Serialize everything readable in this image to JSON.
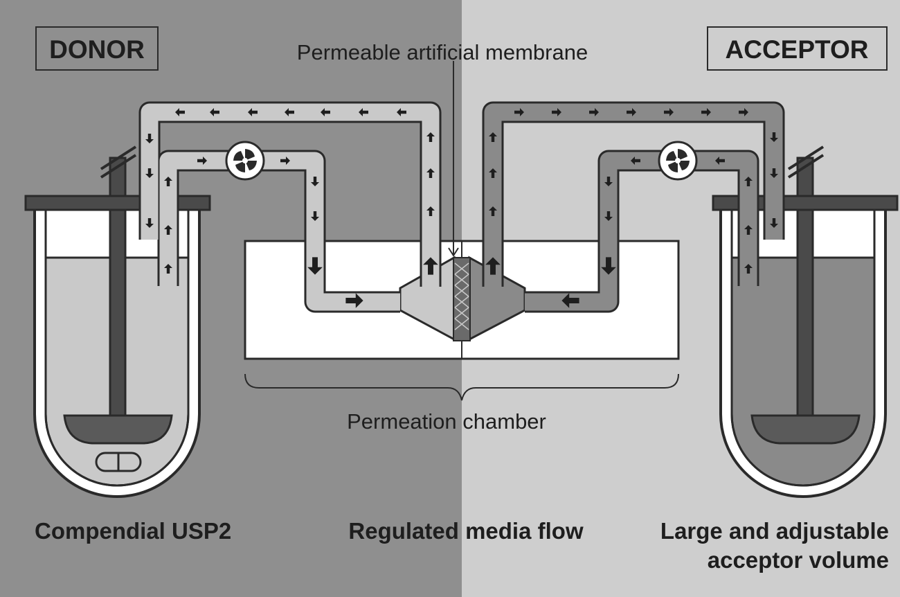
{
  "labels": {
    "donor": "DONOR",
    "acceptor": "ACCEPTOR",
    "membrane": "Permeable artificial membrane",
    "chamber": "Permeation chamber",
    "usp2": "Compendial USP2",
    "flow": "Regulated media flow",
    "volume_line1": "Large and adjustable",
    "volume_line2": "acceptor volume"
  },
  "colors": {
    "donor_background": "#8f8f8f",
    "acceptor_background": "#cecece",
    "outline": "#2a2a2a",
    "donor_medium": "#c9c9c9",
    "acceptor_medium": "#8a8a8a",
    "stirrer": "#4a4a4a",
    "chamber_body": "#ffffff"
  },
  "icons": [
    "pump-icon",
    "flow-arrow-icon",
    "stirrer-icon",
    "tablet-icon"
  ]
}
